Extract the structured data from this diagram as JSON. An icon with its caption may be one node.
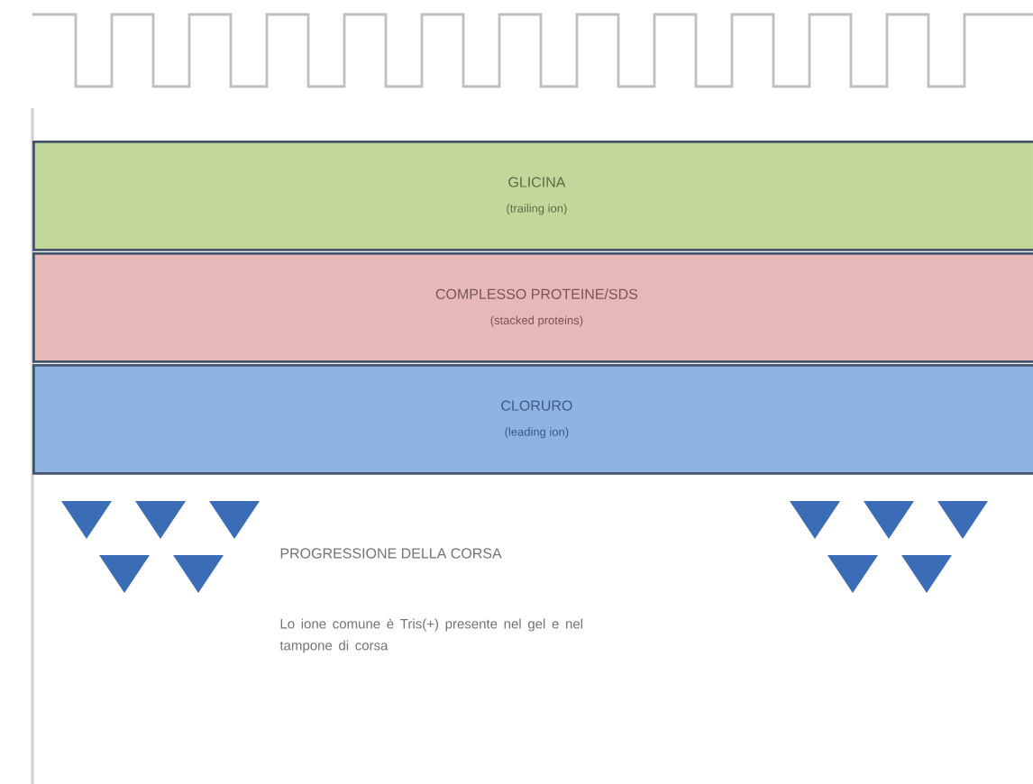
{
  "diagram": {
    "nodes": [
      {
        "text": [
          "GLICINA",
          "(trailing ion)"
        ]
      },
      {
        "text": [
          "COMPLESSO PROTEINE/SDS",
          "(stacked proteins)"
        ]
      },
      {
        "text": [
          "CLORURO",
          "(leading ion)"
        ]
      }
    ],
    "labels": [
      "PROGRESSIONE DELLA CORSA",
      "Lo ione comune è Tris(+) presente nel gel e nel tampone di corsa"
    ]
  }
}
